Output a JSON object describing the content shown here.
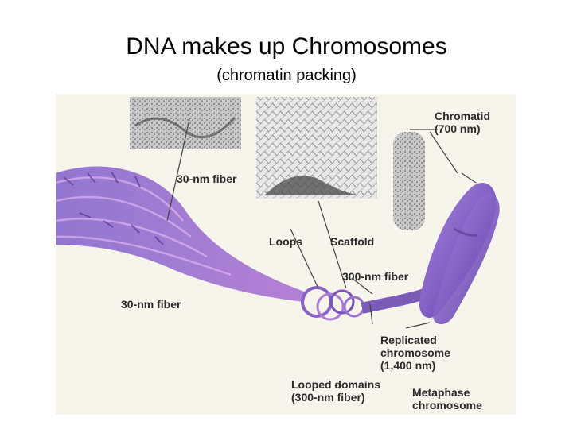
{
  "title": "DNA makes up Chromosomes",
  "subtitle": "(chromatin packing)",
  "labels": {
    "fiber_top": "30-nm fiber",
    "fiber_left": "30-nm fiber",
    "loops": "Loops",
    "scaffold": "Scaffold",
    "fiber_300": "300-nm fiber",
    "chromatid_line1": "Chromatid",
    "chromatid_line2": "(700 nm)",
    "replicated_line1": "Replicated",
    "replicated_line2": "chromosome",
    "replicated_line3": "(1,400 nm)",
    "looped_line1": "Looped domains",
    "looped_line2": "(300-nm fiber)",
    "metaphase_line1": "Metaphase",
    "metaphase_line2": "chromosome"
  },
  "colors": {
    "fiber_purple": "#7a5bb8",
    "fiber_pink": "#c07ad0",
    "chromosome_purple": "#8561c4",
    "micrograph_gray": "#9a9a9a"
  }
}
